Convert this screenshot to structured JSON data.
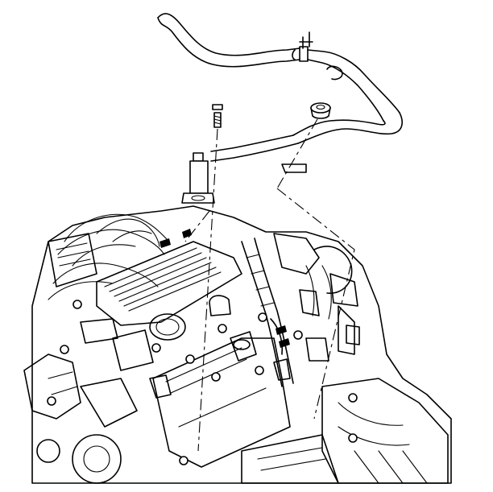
{
  "figure": {
    "background": "#ffffff",
    "line_color": "#000000",
    "parts": [
      {
        "name": "heater-hose-tube",
        "icon": "bent-tube"
      },
      {
        "name": "retaining-bolt",
        "icon": "bolt"
      },
      {
        "name": "grommet",
        "icon": "ring"
      },
      {
        "name": "dipstick-tube",
        "icon": "tube"
      },
      {
        "name": "mounting-bracket",
        "icon": "bracket"
      },
      {
        "name": "engine-assembly",
        "icon": "engine"
      }
    ]
  }
}
